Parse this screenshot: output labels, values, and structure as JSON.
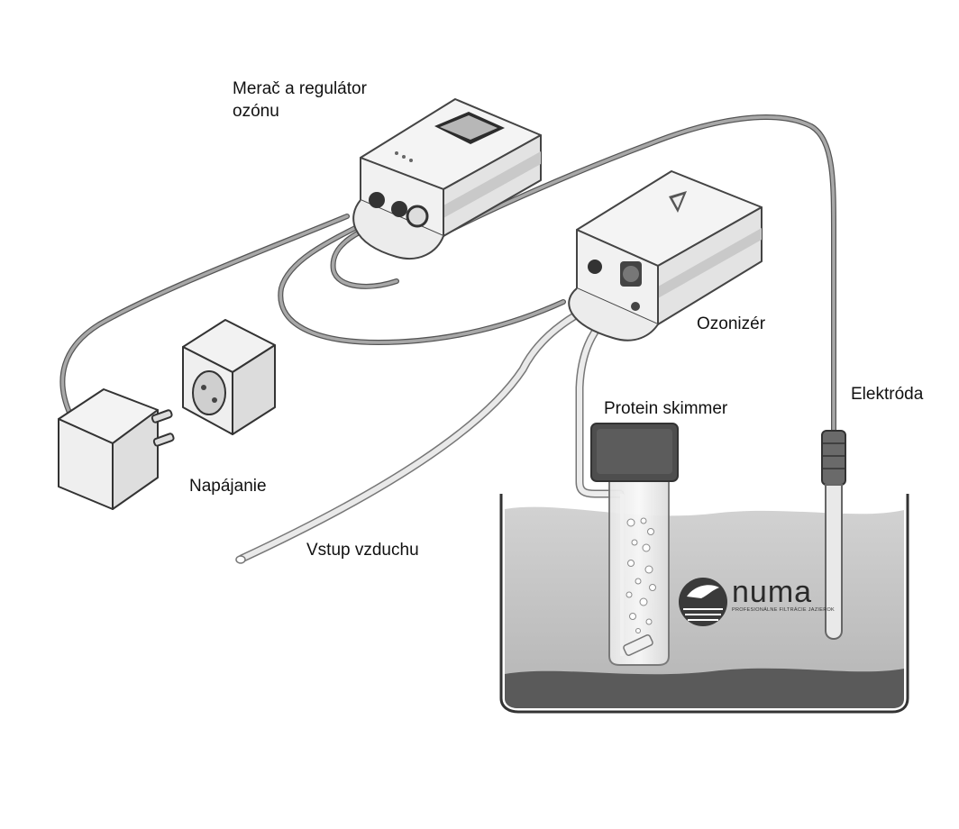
{
  "labels": {
    "meter_line1": "Merač a regulátor",
    "meter_line2": "ozónu",
    "ozonizer": "Ozonizér",
    "electrode": "Elektróda",
    "skimmer": "Protein skimmer",
    "power": "Napájanie",
    "air_inlet": "Vstup vzduchu"
  },
  "logo": {
    "name": "numa",
    "tagline": "PROFESIONÁLNE FILTRÁCIE JAZIEROK"
  },
  "colors": {
    "background": "#ffffff",
    "device_body": "#f2f2f2",
    "device_band": "#cfcfcf",
    "cable": "#8c8c8c",
    "water": "#bdbdbd"
  }
}
